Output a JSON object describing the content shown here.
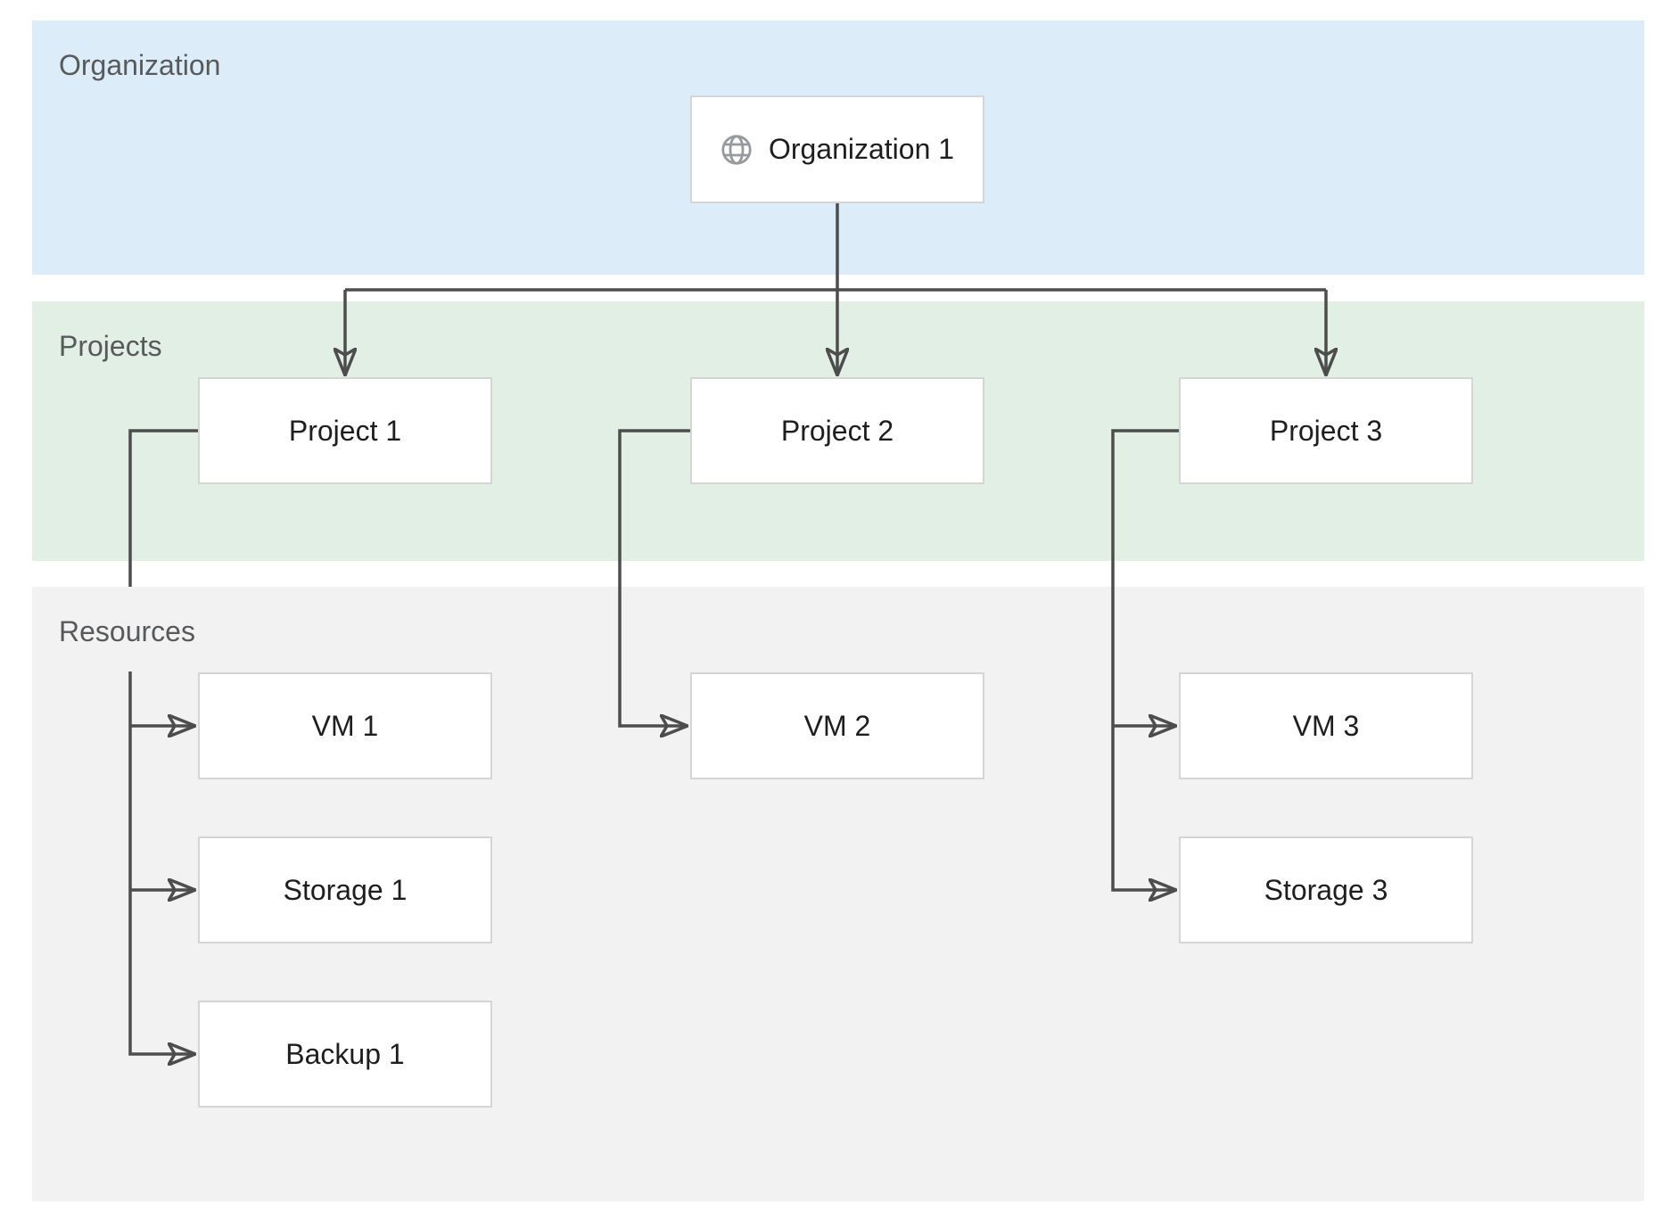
{
  "diagram": {
    "bands": {
      "organization": {
        "label": "Organization",
        "color": "#dcecf8"
      },
      "projects": {
        "label": "Projects",
        "color": "#e1efe5"
      },
      "resources": {
        "label": "Resources",
        "color": "#f2f2f2"
      }
    },
    "nodes": {
      "org1": {
        "label": "Organization 1",
        "band": "organization",
        "icon": "globe-icon"
      },
      "p1": {
        "label": "Project 1",
        "band": "projects"
      },
      "p2": {
        "label": "Project 2",
        "band": "projects"
      },
      "p3": {
        "label": "Project 3",
        "band": "projects"
      },
      "vm1": {
        "label": "VM 1",
        "band": "resources"
      },
      "storage1": {
        "label": "Storage 1",
        "band": "resources"
      },
      "backup1": {
        "label": "Backup 1",
        "band": "resources"
      },
      "vm2": {
        "label": "VM 2",
        "band": "resources"
      },
      "vm3": {
        "label": "VM 3",
        "band": "resources"
      },
      "storage3": {
        "label": "Storage 3",
        "band": "resources"
      }
    },
    "edges": [
      {
        "from": "org1",
        "to": "p1"
      },
      {
        "from": "org1",
        "to": "p2"
      },
      {
        "from": "org1",
        "to": "p3"
      },
      {
        "from": "p1",
        "to": "vm1"
      },
      {
        "from": "p1",
        "to": "storage1"
      },
      {
        "from": "p1",
        "to": "backup1"
      },
      {
        "from": "p2",
        "to": "vm2"
      },
      {
        "from": "p3",
        "to": "vm3"
      },
      {
        "from": "p3",
        "to": "storage3"
      }
    ],
    "colors": {
      "connector": "#4d4d4d",
      "node_fill": "#ffffff",
      "node_border": "#d5d5d5",
      "node_text": "#1e1e1e",
      "band_label_text": "#58595b",
      "globe_icon": "#98999c"
    }
  }
}
